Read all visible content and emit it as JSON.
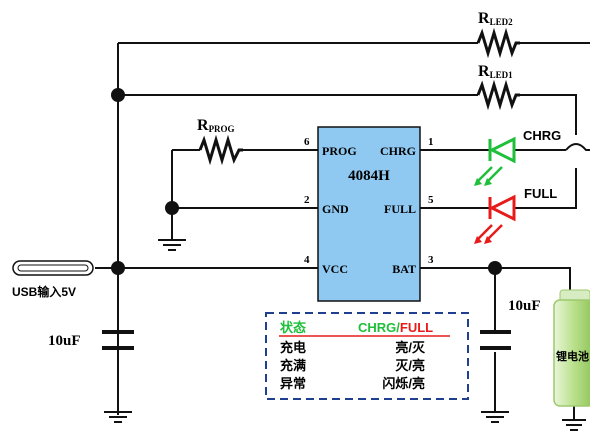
{
  "resistors": {
    "rled2_main": "R",
    "rled2_sub": "LED2",
    "rled1_main": "R",
    "rled1_sub": "LED1",
    "rprog_main": "R",
    "rprog_sub": "PROG"
  },
  "ic": {
    "name": "4084H",
    "pins": [
      {
        "num": "6",
        "label": "PROG"
      },
      {
        "num": "2",
        "label": "GND"
      },
      {
        "num": "4",
        "label": "VCC"
      },
      {
        "num": "1",
        "label": "CHRG"
      },
      {
        "num": "5",
        "label": "FULL"
      },
      {
        "num": "3",
        "label": "BAT"
      }
    ]
  },
  "leds": {
    "chrg_label": "CHRG",
    "full_label": "FULL",
    "chrg_color": "#1fbf3a",
    "full_color": "#e81b1b"
  },
  "usb_label": "USB输入5V",
  "cap_left_label": "10uF",
  "cap_right_label": "10uF",
  "battery_label": "锂电池",
  "status_table": {
    "header_state": "状态",
    "header_chrg": "CHRG/",
    "header_full": "FULL",
    "rows": [
      {
        "state": "充电",
        "value": "亮/灭"
      },
      {
        "state": "充满",
        "value": "灭/亮"
      },
      {
        "state": "异常",
        "value": "闪烁/亮"
      }
    ],
    "header_state_color": "#1fbf3a",
    "header_chrg_color": "#1fbf3a",
    "header_full_color": "#e81b1b",
    "border_color": "#1f3f8f"
  },
  "colors": {
    "ic_fill": "#8fc9f2",
    "wire": "#111111",
    "battery_fill": "#c9e8a4"
  }
}
